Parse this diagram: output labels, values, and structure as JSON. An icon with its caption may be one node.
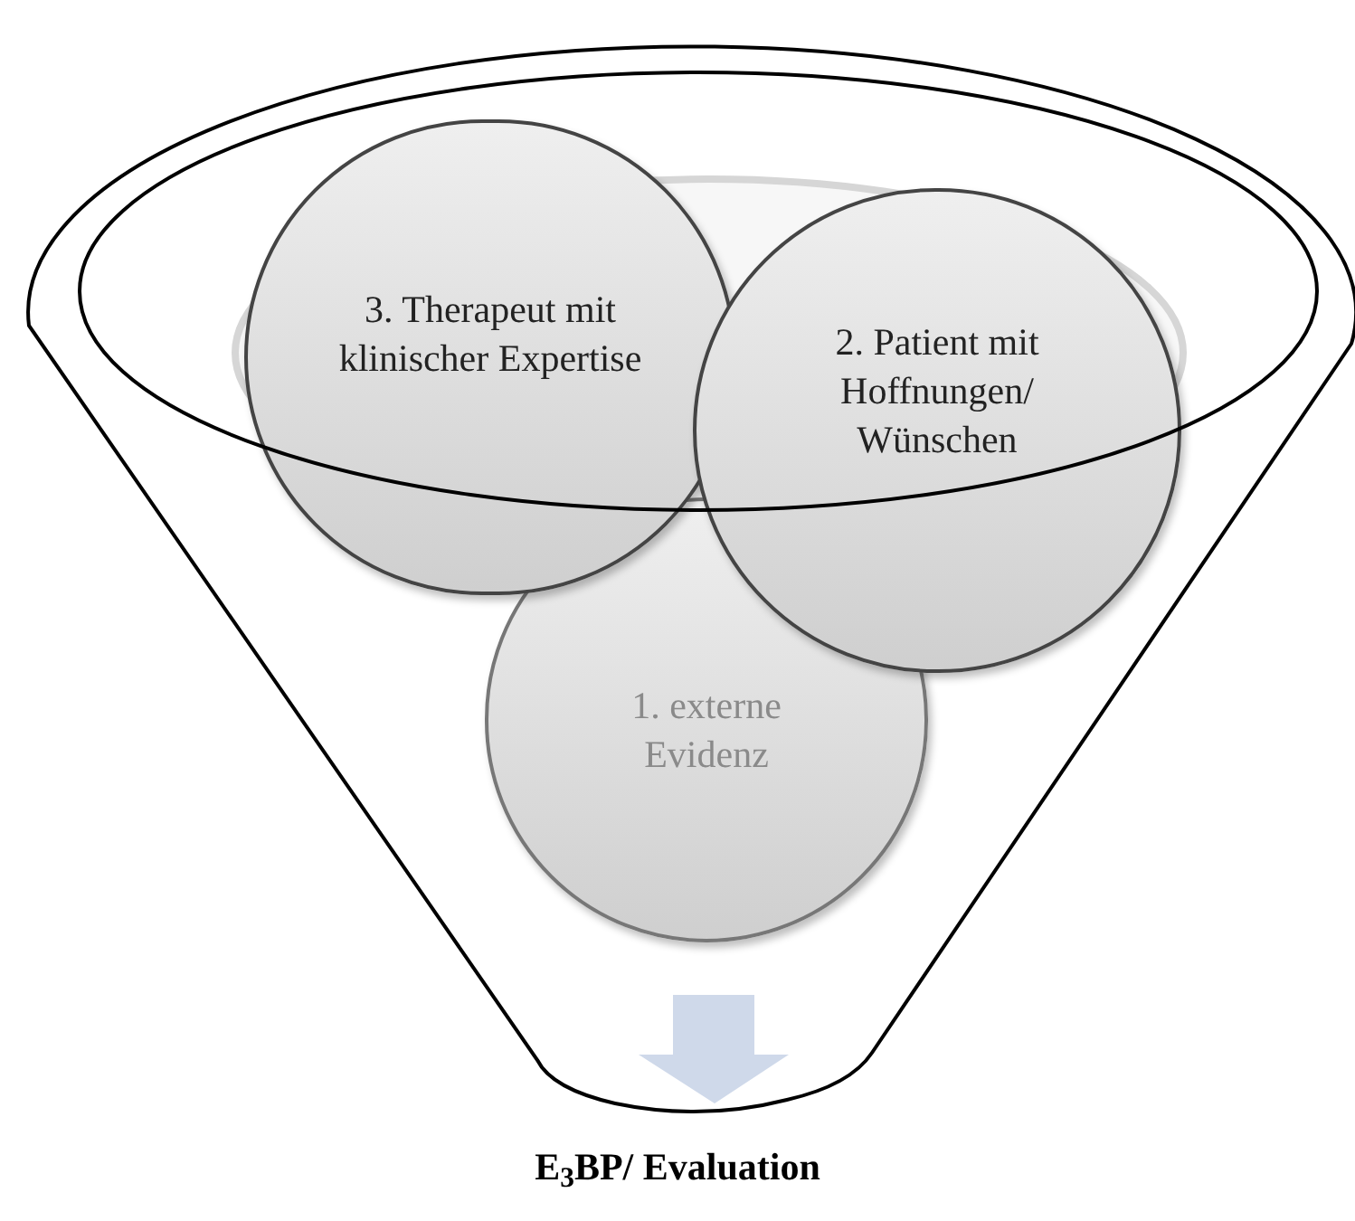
{
  "diagram": {
    "caption": "E$_{3}$BP/ Evaluation",
    "nodes": [
      {
        "text": [
          "3. Therapeut mit klinischer Expertise"
        ]
      },
      {
        "text": [
          "2. Patient mit Hoffnungen/ Wünschen"
        ]
      },
      {
        "text": [
          "1. externe Evidenz"
        ]
      }
    ]
  }
}
